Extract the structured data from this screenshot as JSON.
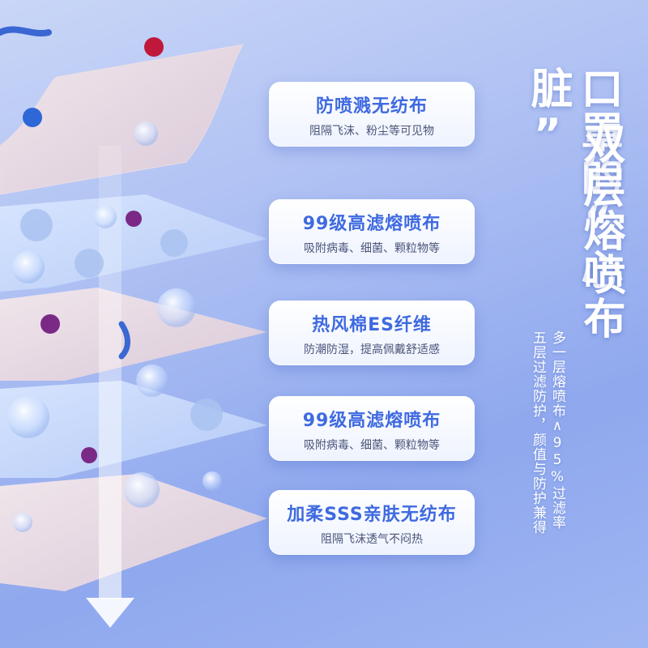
{
  "layers": [
    {
      "title": "防喷溅无纺布",
      "subtitle": "阻隔飞沫、粉尘等可见物"
    },
    {
      "title": "99级高滤熔喷布",
      "subtitle": "吸附病毒、细菌、颗粒物等"
    },
    {
      "title": "热风棉ES纤维",
      "subtitle": "防潮防湿，提高佩戴舒适感"
    },
    {
      "title": "99级高滤熔喷布",
      "subtitle": "吸附病毒、细菌、颗粒物等"
    },
    {
      "title": "加柔SSS亲肤无纺布",
      "subtitle": "阻隔飞沫透气不闷热"
    }
  ],
  "headline": {
    "col1": "口罩的“心脏”",
    "col2": "双层熔喷布"
  },
  "tagline": {
    "col1": "多一层熔喷布∧95%过滤率",
    "col2": "五层过滤防护，颜值与防护兼得"
  },
  "colors": {
    "accent": "#3f6ae0",
    "background": "#9fb6f2"
  }
}
